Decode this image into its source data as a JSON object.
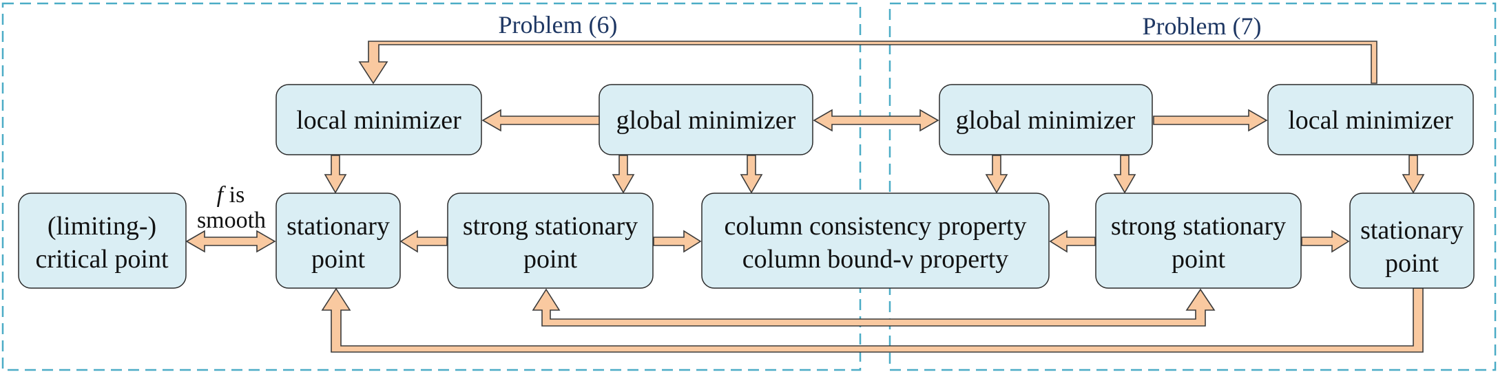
{
  "regions": {
    "left_title": "Problem (6)",
    "right_title": "Problem (7)"
  },
  "nodes": {
    "local_min_6": [
      "local minimizer"
    ],
    "global_min_6": [
      "global minimizer"
    ],
    "global_min_7": [
      "global minimizer"
    ],
    "local_min_7": [
      "local minimizer"
    ],
    "critical_point": [
      "(limiting-)",
      "critical point"
    ],
    "stationary_6": [
      "stationary",
      "point"
    ],
    "strong_stationary_6": [
      "strong stationary",
      "point"
    ],
    "column_props": [
      "column consistency property",
      "column bound-ν property"
    ],
    "strong_stationary_7": [
      "strong stationary",
      "point"
    ],
    "stationary_7": [
      "stationary",
      "point"
    ]
  },
  "edge_label": {
    "line1_italic": "f",
    "line1_rest": " is",
    "line2": "smooth"
  },
  "colors": {
    "node_fill": "#daeef4",
    "arrow_fill": "#f9c9a0",
    "region_border": "#4bacc6",
    "title_text": "#1f3864"
  }
}
